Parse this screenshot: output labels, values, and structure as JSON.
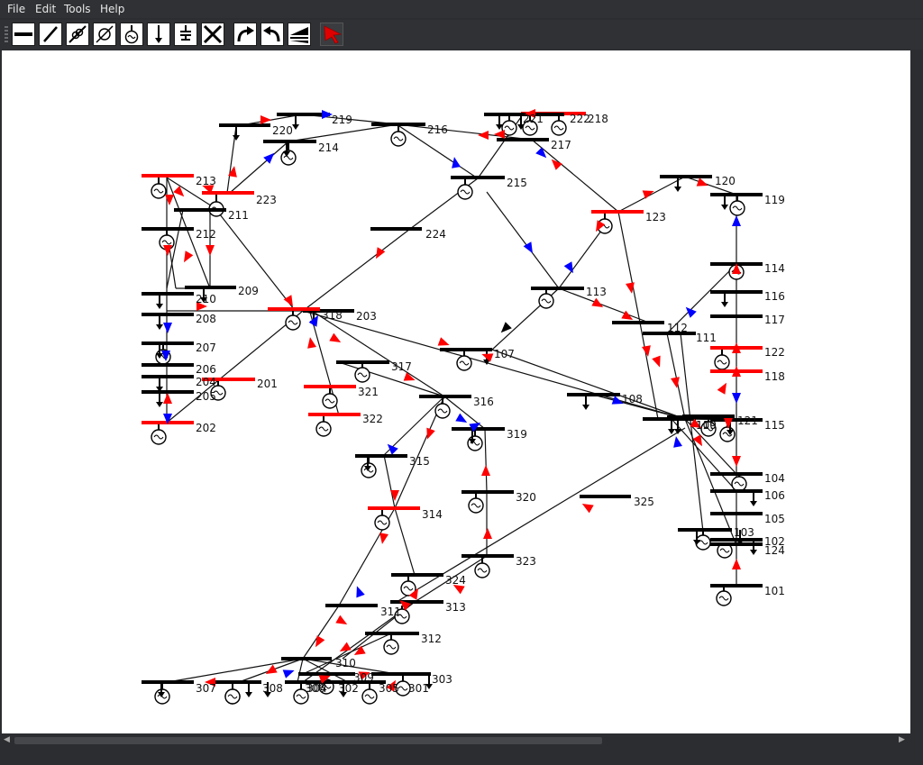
{
  "menu": {
    "file": "File",
    "edit": "Edit",
    "tools": "Tools",
    "help": "Help"
  },
  "toolbar": [
    {
      "name": "bus-tool-button",
      "icon": "bus-bar-icon"
    },
    {
      "name": "line-tool-button",
      "icon": "line-icon"
    },
    {
      "name": "transformer-tool-button",
      "icon": "transformer-icon"
    },
    {
      "name": "phase-shifter-tool-button",
      "icon": "phase-shifter-icon"
    },
    {
      "name": "generator-tool-button",
      "icon": "generator-icon"
    },
    {
      "name": "load-tool-button",
      "icon": "load-arrow-icon"
    },
    {
      "name": "shunt-tool-button",
      "icon": "shunt-capacitor-icon"
    },
    {
      "name": "delete-tool-button",
      "icon": "delete-x-icon"
    },
    {
      "name": "redo-button",
      "icon": "redo-arrow-icon"
    },
    {
      "name": "undo-button",
      "icon": "undo-arrow-icon"
    },
    {
      "name": "flip-tool-button",
      "icon": "flip-icon"
    },
    {
      "name": "select-tool-button",
      "icon": "select-pointer-icon"
    }
  ],
  "colors": {
    "line": "#111111",
    "flow_red": "#ff0000",
    "flow_blue": "#0000ff",
    "bus_black": "#000000",
    "bus_red": "#ff0000"
  },
  "buses": [
    {
      "id": "101",
      "label": "101",
      "color": "black"
    },
    {
      "id": "102",
      "label": "102",
      "color": "black"
    },
    {
      "id": "103",
      "label": "103",
      "color": "black"
    },
    {
      "id": "104",
      "label": "104",
      "color": "black"
    },
    {
      "id": "105",
      "label": "105",
      "color": "black"
    },
    {
      "id": "106",
      "label": "106",
      "color": "black"
    },
    {
      "id": "107",
      "label": "107",
      "color": "black"
    },
    {
      "id": "108",
      "label": "108",
      "color": "black"
    },
    {
      "id": "109",
      "label": "109",
      "color": "black"
    },
    {
      "id": "110",
      "label": "110",
      "color": "black"
    },
    {
      "id": "111",
      "label": "111",
      "color": "black"
    },
    {
      "id": "112",
      "label": "112",
      "color": "black"
    },
    {
      "id": "113",
      "label": "113",
      "color": "black"
    },
    {
      "id": "114",
      "label": "114",
      "color": "black"
    },
    {
      "id": "115",
      "label": "115",
      "color": "black"
    },
    {
      "id": "116",
      "label": "116",
      "color": "black"
    },
    {
      "id": "117",
      "label": "117",
      "color": "black"
    },
    {
      "id": "118",
      "label": "118",
      "color": "red"
    },
    {
      "id": "119",
      "label": "119",
      "color": "black"
    },
    {
      "id": "120",
      "label": "120",
      "color": "black"
    },
    {
      "id": "121",
      "label": "121",
      "color": "black"
    },
    {
      "id": "122",
      "label": "122",
      "color": "red"
    },
    {
      "id": "123",
      "label": "123",
      "color": "red"
    },
    {
      "id": "124",
      "label": "124",
      "color": "black"
    },
    {
      "id": "201",
      "label": "201",
      "color": "red"
    },
    {
      "id": "202",
      "label": "202",
      "color": "red"
    },
    {
      "id": "203",
      "label": "203",
      "color": "black"
    },
    {
      "id": "204",
      "label": "204",
      "color": "black"
    },
    {
      "id": "205",
      "label": "205",
      "color": "black"
    },
    {
      "id": "206",
      "label": "206",
      "color": "black"
    },
    {
      "id": "207",
      "label": "207",
      "color": "black"
    },
    {
      "id": "208",
      "label": "208",
      "color": "black"
    },
    {
      "id": "209",
      "label": "209",
      "color": "black"
    },
    {
      "id": "210",
      "label": "210",
      "color": "black"
    },
    {
      "id": "211",
      "label": "211",
      "color": "black"
    },
    {
      "id": "212",
      "label": "212",
      "color": "black"
    },
    {
      "id": "213",
      "label": "213",
      "color": "red"
    },
    {
      "id": "214",
      "label": "214",
      "color": "black"
    },
    {
      "id": "215",
      "label": "215",
      "color": "black"
    },
    {
      "id": "216",
      "label": "216",
      "color": "black"
    },
    {
      "id": "217",
      "label": "217",
      "color": "black"
    },
    {
      "id": "218",
      "label": "218",
      "color": "red"
    },
    {
      "id": "219",
      "label": "219",
      "color": "black"
    },
    {
      "id": "220",
      "label": "220",
      "color": "black"
    },
    {
      "id": "221",
      "label": "221",
      "color": "black"
    },
    {
      "id": "222",
      "label": "222",
      "color": "black"
    },
    {
      "id": "223",
      "label": "223",
      "color": "red"
    },
    {
      "id": "224",
      "label": "224",
      "color": "black"
    },
    {
      "id": "301",
      "label": "301",
      "color": "black"
    },
    {
      "id": "302",
      "label": "302",
      "color": "black"
    },
    {
      "id": "303",
      "label": "303",
      "color": "black"
    },
    {
      "id": "304",
      "label": "304",
      "color": "black"
    },
    {
      "id": "305",
      "label": "305",
      "color": "black"
    },
    {
      "id": "306",
      "label": "306",
      "color": "black"
    },
    {
      "id": "307",
      "label": "307",
      "color": "black"
    },
    {
      "id": "308",
      "label": "308",
      "color": "black"
    },
    {
      "id": "309",
      "label": "309",
      "color": "black"
    },
    {
      "id": "310",
      "label": "310",
      "color": "black"
    },
    {
      "id": "311",
      "label": "311",
      "color": "black"
    },
    {
      "id": "312",
      "label": "312",
      "color": "black"
    },
    {
      "id": "313",
      "label": "313",
      "color": "black"
    },
    {
      "id": "314",
      "label": "314",
      "color": "red"
    },
    {
      "id": "315",
      "label": "315",
      "color": "black"
    },
    {
      "id": "316",
      "label": "316",
      "color": "black"
    },
    {
      "id": "317",
      "label": "317",
      "color": "black"
    },
    {
      "id": "318",
      "label": "318",
      "color": "red"
    },
    {
      "id": "319",
      "label": "319",
      "color": "black"
    },
    {
      "id": "320",
      "label": "320",
      "color": "black"
    },
    {
      "id": "321",
      "label": "321",
      "color": "red"
    },
    {
      "id": "322",
      "label": "322",
      "color": "red"
    },
    {
      "id": "323",
      "label": "323",
      "color": "black"
    },
    {
      "id": "324",
      "label": "324",
      "color": "black"
    },
    {
      "id": "325",
      "label": "325",
      "color": "black"
    }
  ]
}
